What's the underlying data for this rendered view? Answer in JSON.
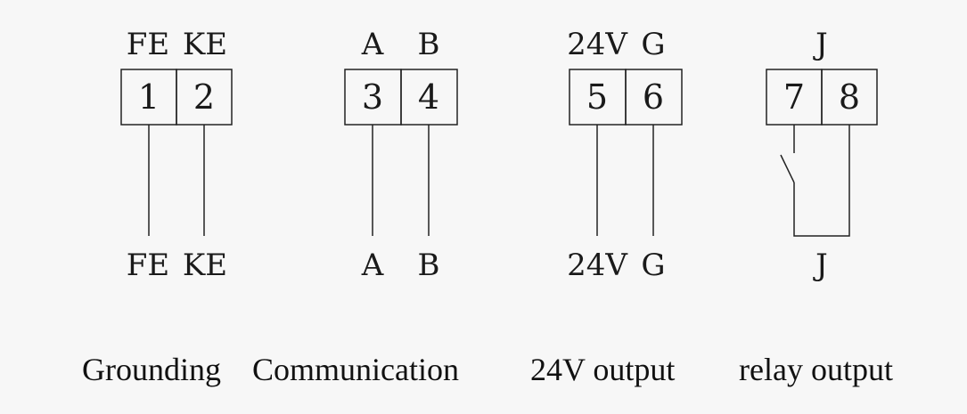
{
  "groups": [
    {
      "top_labels": [
        "FE",
        "KE"
      ],
      "terminals": [
        "1",
        "2"
      ],
      "bottom_labels": [
        "FE",
        "KE"
      ],
      "caption": "Grounding"
    },
    {
      "top_labels": [
        "A",
        "B"
      ],
      "terminals": [
        "3",
        "4"
      ],
      "bottom_labels": [
        "A",
        "B"
      ],
      "caption": "Communication"
    },
    {
      "top_labels": [
        "24V",
        "G"
      ],
      "terminals": [
        "5",
        "6"
      ],
      "bottom_labels": [
        "24V",
        "G"
      ],
      "caption": "24V output"
    },
    {
      "top_label": "J",
      "terminals": [
        "7",
        "8"
      ],
      "bottom_label": "J",
      "caption": "relay output"
    }
  ]
}
